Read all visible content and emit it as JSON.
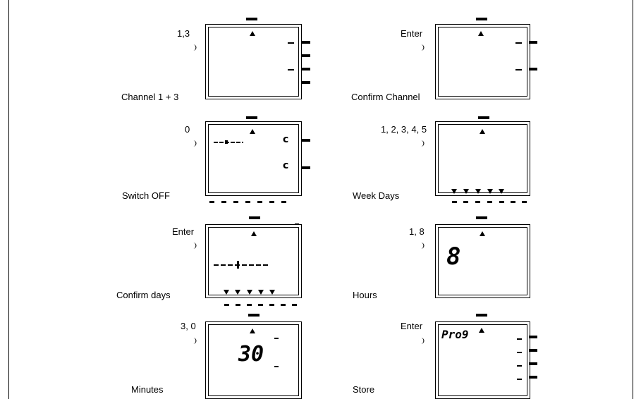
{
  "panels": [
    {
      "key_label": "1,3",
      "caption": "Channel 1 + 3"
    },
    {
      "key_label": "Enter",
      "caption": "Confirm Channel"
    },
    {
      "key_label": "0",
      "caption": "Switch OFF"
    },
    {
      "key_label": "1, 2, 3, 4, 5",
      "caption": "Week Days"
    },
    {
      "key_label": "Enter",
      "caption": "Confirm days"
    },
    {
      "key_label": "1, 8",
      "caption": "Hours",
      "display": "8"
    },
    {
      "key_label": "3, 0",
      "caption": "Minutes",
      "display": "30"
    },
    {
      "key_label": "Enter",
      "caption": "Store",
      "display": "Pro9"
    }
  ]
}
